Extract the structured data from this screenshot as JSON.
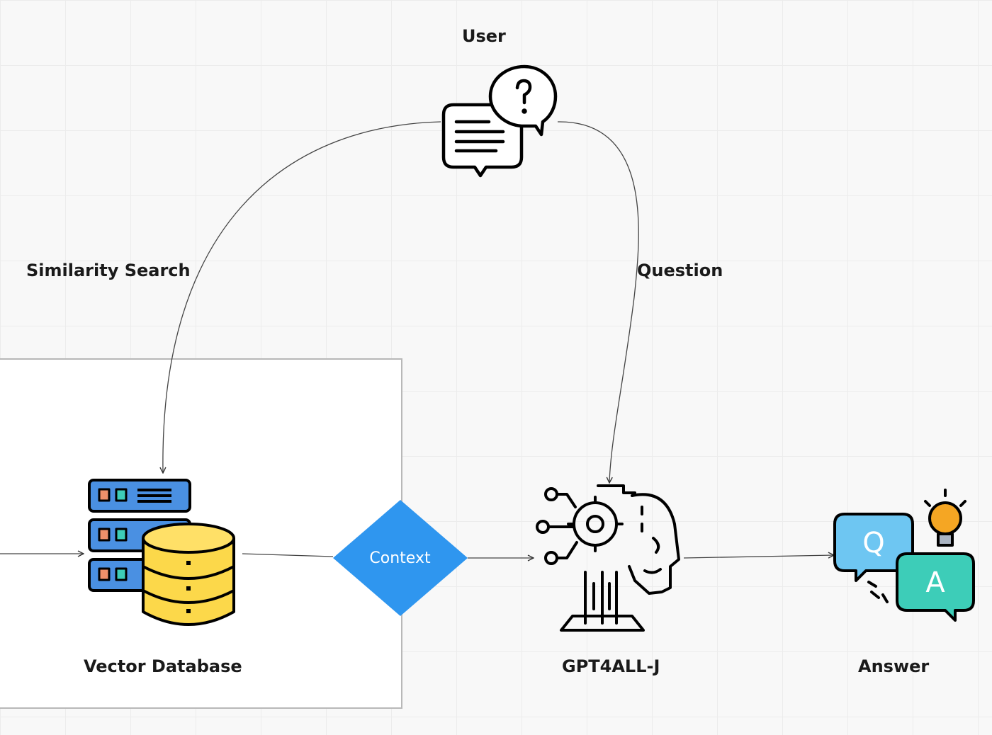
{
  "diagram": {
    "nodes": {
      "user": {
        "label": "User",
        "icon": "chat-question-icon"
      },
      "vector_db": {
        "label": "Vector Database",
        "icon": "server-database-icon"
      },
      "context": {
        "label": "Context",
        "color": "#2f96ef"
      },
      "gpt": {
        "label": "GPT4ALL-J",
        "icon": "ai-head-gear-icon"
      },
      "answer": {
        "label": "Answer",
        "icon": "qa-bubbles-icon"
      }
    },
    "edges": {
      "similarity_search": {
        "label": "Similarity Search"
      },
      "question": {
        "label": "Question"
      }
    },
    "colors": {
      "server_blue": "#4a90e2",
      "db_yellow": "#fcd84a",
      "context_blue": "#2f96ef",
      "q_bubble": "#6ec6f2",
      "a_bubble": "#3dcdb8",
      "bulb": "#f5a623"
    }
  }
}
